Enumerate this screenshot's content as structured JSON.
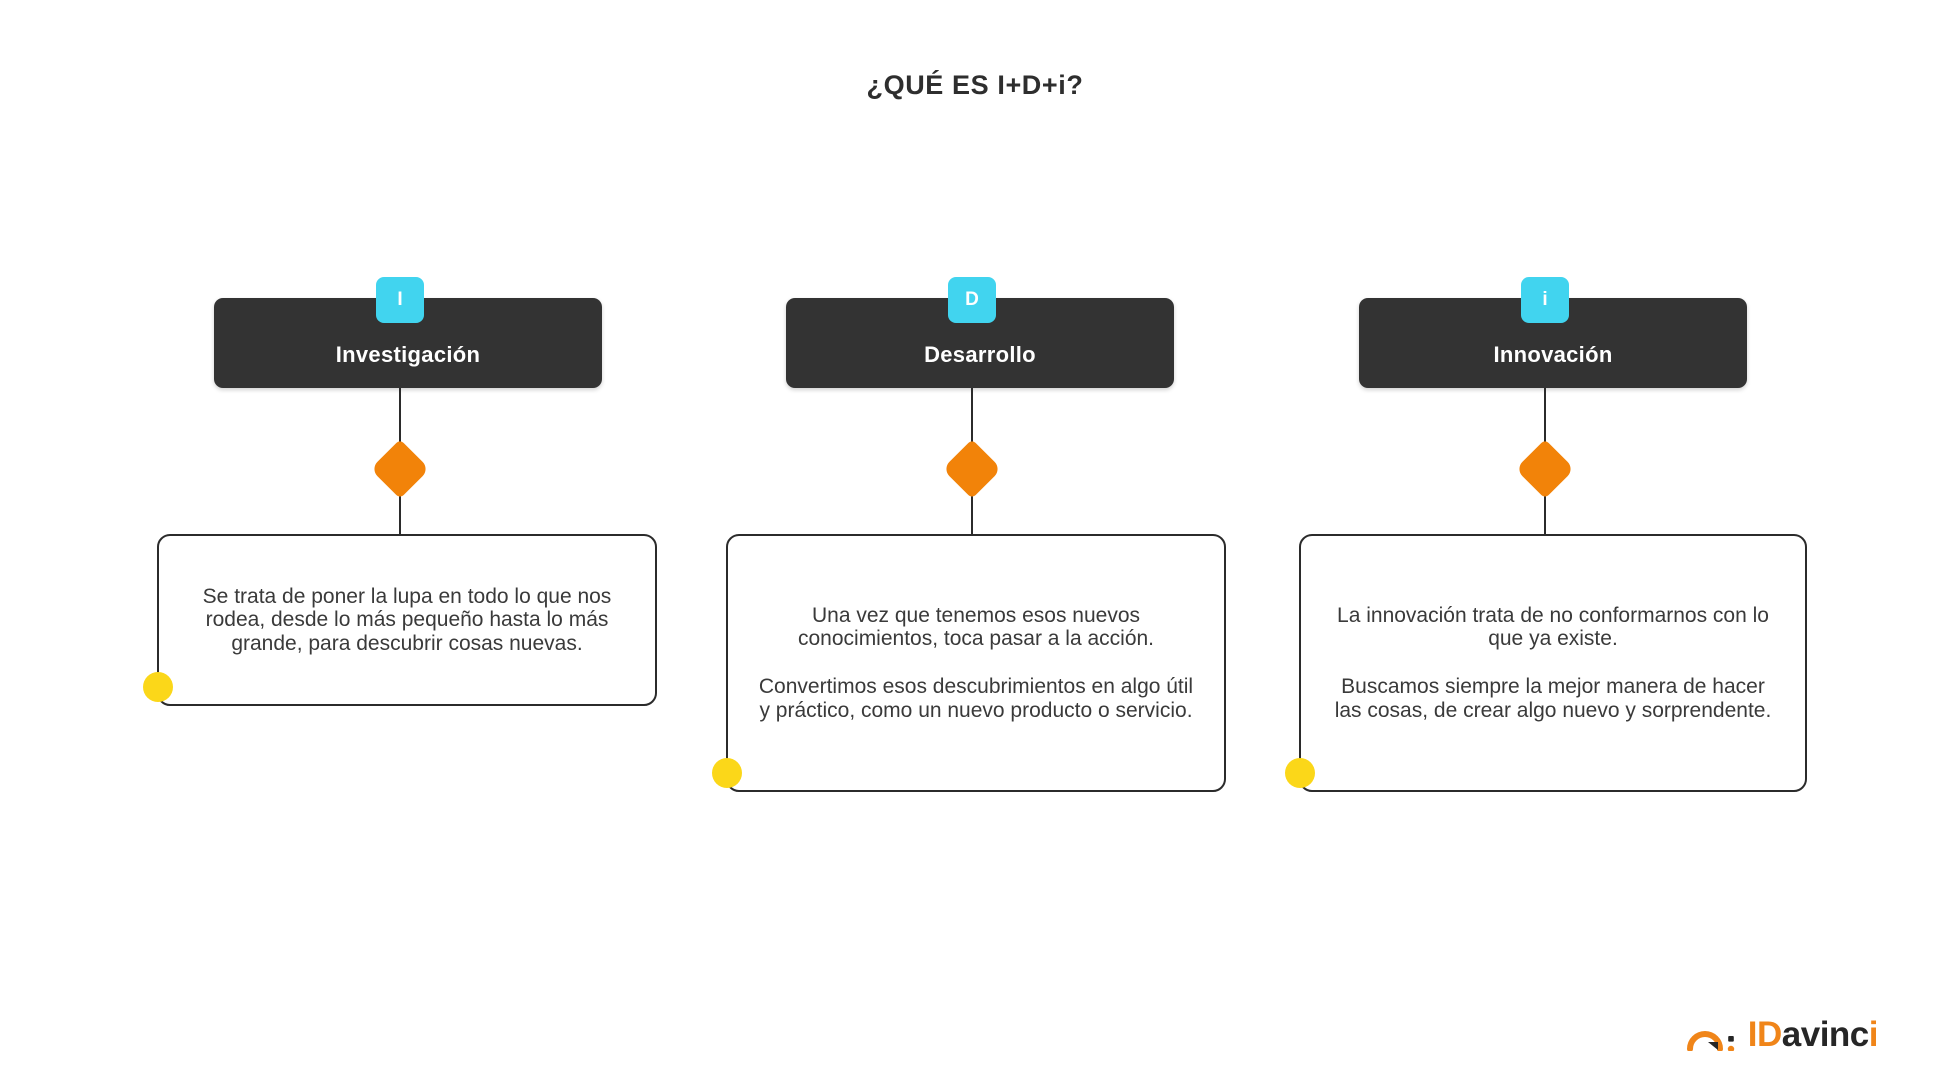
{
  "page": {
    "title": "¿QUÉ ES I+D+i?",
    "background": "#ffffff"
  },
  "colors": {
    "badge_cyan": "#41d4ef",
    "header_dark": "#333333",
    "diamond_orange": "#f28309",
    "dot_yellow": "#fbd719",
    "text_dark": "#3a3a3a",
    "logo_orange": "#f08519",
    "logo_dark": "#262626"
  },
  "columns": [
    {
      "badge": "I",
      "header": "Investigación",
      "paragraphs": [
        "Se trata de poner la lupa en todo lo que nos rodea, desde lo más pequeño hasta lo más grande, para descubrir cosas nuevas."
      ]
    },
    {
      "badge": "D",
      "header": "Desarrollo",
      "paragraphs": [
        "Una vez que tenemos esos nuevos conocimientos, toca pasar a la acción.",
        "Convertimos esos descubrimientos en algo útil y práctico, como un nuevo producto o servicio."
      ]
    },
    {
      "badge": "i",
      "header": "Innovación",
      "paragraphs": [
        "La innovación trata de no conformarnos con lo que ya existe.",
        "Buscamos siempre la mejor manera de hacer las cosas, de crear algo nuevo y sorprendente."
      ]
    }
  ],
  "logo": {
    "part_1": "ID",
    "part_2": "avinc",
    "part_3": "i",
    "mark": "arc-i-mark"
  }
}
